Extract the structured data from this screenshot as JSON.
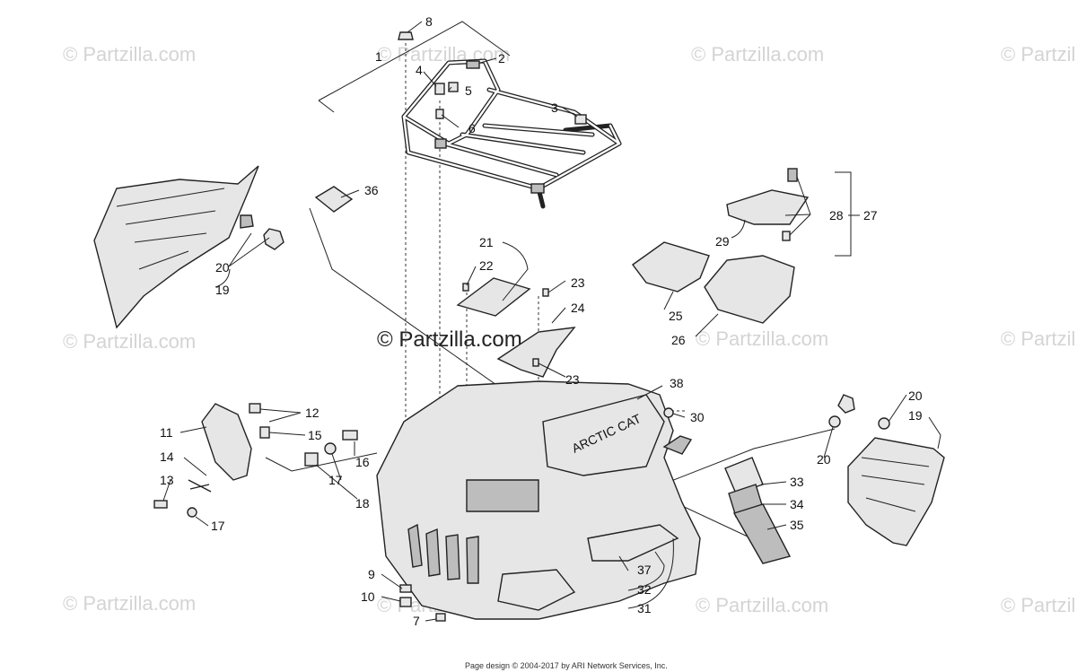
{
  "watermark": {
    "text": "© Partzilla.com",
    "center_text": "© Partzilla.com"
  },
  "callouts": {
    "n1": "1",
    "n2": "2",
    "n3": "3",
    "n4": "4",
    "n5": "5",
    "n6": "6",
    "n7": "7",
    "n8": "8",
    "n9": "9",
    "n10": "10",
    "n11": "11",
    "n12": "12",
    "n13": "13",
    "n14": "14",
    "n15": "15",
    "n16": "16",
    "n17a": "17",
    "n17b": "17",
    "n18": "18",
    "n19a": "19",
    "n19b": "19",
    "n20a": "20",
    "n20b": "20",
    "n20c": "20",
    "n21": "21",
    "n22": "22",
    "n23a": "23",
    "n23b": "23",
    "n24": "24",
    "n25": "25",
    "n26": "26",
    "n27": "27",
    "n28": "28",
    "n29": "29",
    "n30": "30",
    "n31": "31",
    "n32": "32",
    "n33": "33",
    "n34": "34",
    "n35": "35",
    "n36": "36",
    "n37": "37",
    "n38": "38"
  },
  "decal_text": "ARCTIC CAT",
  "footer": "Page design © 2004-2017 by ARI Network Services, Inc."
}
